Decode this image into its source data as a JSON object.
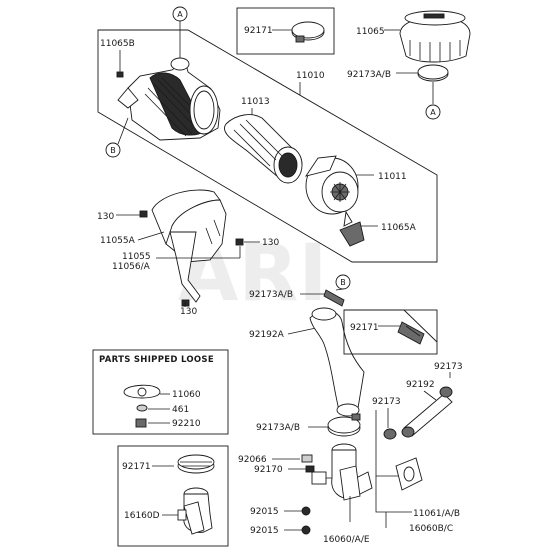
{
  "labels": {
    "p11065B": "11065B",
    "p11010": "11010",
    "p11013": "11013",
    "p11011": "11011",
    "p11065A": "11065A",
    "p92171_top": "92171",
    "p11065": "11065",
    "p92173AB_top": "92173A/B",
    "p130_a": "130",
    "p11055A": "11055A",
    "p11055": "11055",
    "p11056A": "11056/A",
    "p130_b": "130",
    "p130_c": "130",
    "p92173AB_mid": "92173A/B",
    "p92192A": "92192A",
    "p92171_mid": "92171",
    "p92173_right": "92173",
    "p92192": "92192",
    "p92173_mid": "92173",
    "p92173AB_low": "92173A/B",
    "p92066": "92066",
    "p92170": "92170",
    "p92015_a": "92015",
    "p92015_b": "92015",
    "p11061AB": "11061/A/B",
    "p16060BC": "16060B/C",
    "p16060AE": "16060/A/E",
    "p11060": "11060",
    "p461": "461",
    "p92210": "92210",
    "p92171_low": "92171",
    "p16160D": "16160D"
  },
  "refs": {
    "A_top": "A",
    "A_right": "A",
    "B_left": "B",
    "B_mid": "B"
  },
  "boxes": {
    "loose_title": "PARTS SHIPPED LOOSE"
  },
  "watermark": "ARI"
}
